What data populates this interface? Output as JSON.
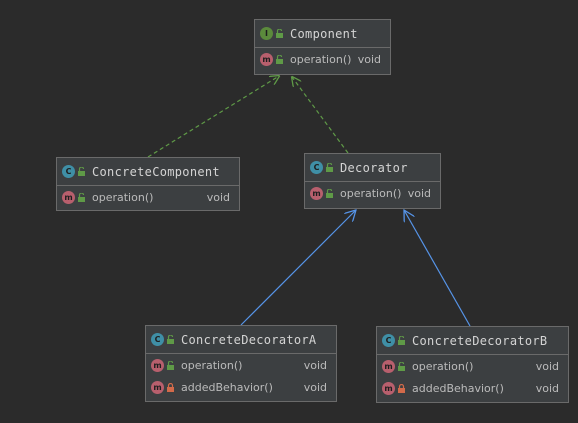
{
  "diagram": {
    "component": {
      "badge": "I",
      "name": "Component",
      "methods": [
        {
          "badge": "m",
          "name": "operation()",
          "ret": "void"
        }
      ]
    },
    "concrete_component": {
      "badge": "C",
      "name": "ConcreteComponent",
      "methods": [
        {
          "badge": "m",
          "name": "operation()",
          "ret": "void"
        }
      ]
    },
    "decorator": {
      "badge": "C",
      "name": "Decorator",
      "methods": [
        {
          "badge": "m",
          "name": "operation()",
          "ret": "void"
        }
      ]
    },
    "concrete_decorator_a": {
      "badge": "C",
      "name": "ConcreteDecoratorA",
      "methods": [
        {
          "badge": "m",
          "name": "operation()",
          "ret": "void"
        },
        {
          "badge": "m",
          "name": "addedBehavior()",
          "ret": "void"
        }
      ]
    },
    "concrete_decorator_b": {
      "badge": "C",
      "name": "ConcreteDecoratorB",
      "methods": [
        {
          "badge": "m",
          "name": "operation()",
          "ret": "void"
        },
        {
          "badge": "m",
          "name": "addedBehavior()",
          "ret": "void"
        }
      ]
    }
  },
  "colors": {
    "background": "#2b2b2b",
    "realization_edge": "#5f9a47",
    "inheritance_edge": "#5694e8",
    "public_lock": "#5f9a47",
    "private_lock": "#d26a4a"
  },
  "icons": {
    "interface": "interface-icon",
    "class": "class-icon",
    "method": "method-icon",
    "public": "unlock-icon",
    "private": "lock-icon"
  }
}
